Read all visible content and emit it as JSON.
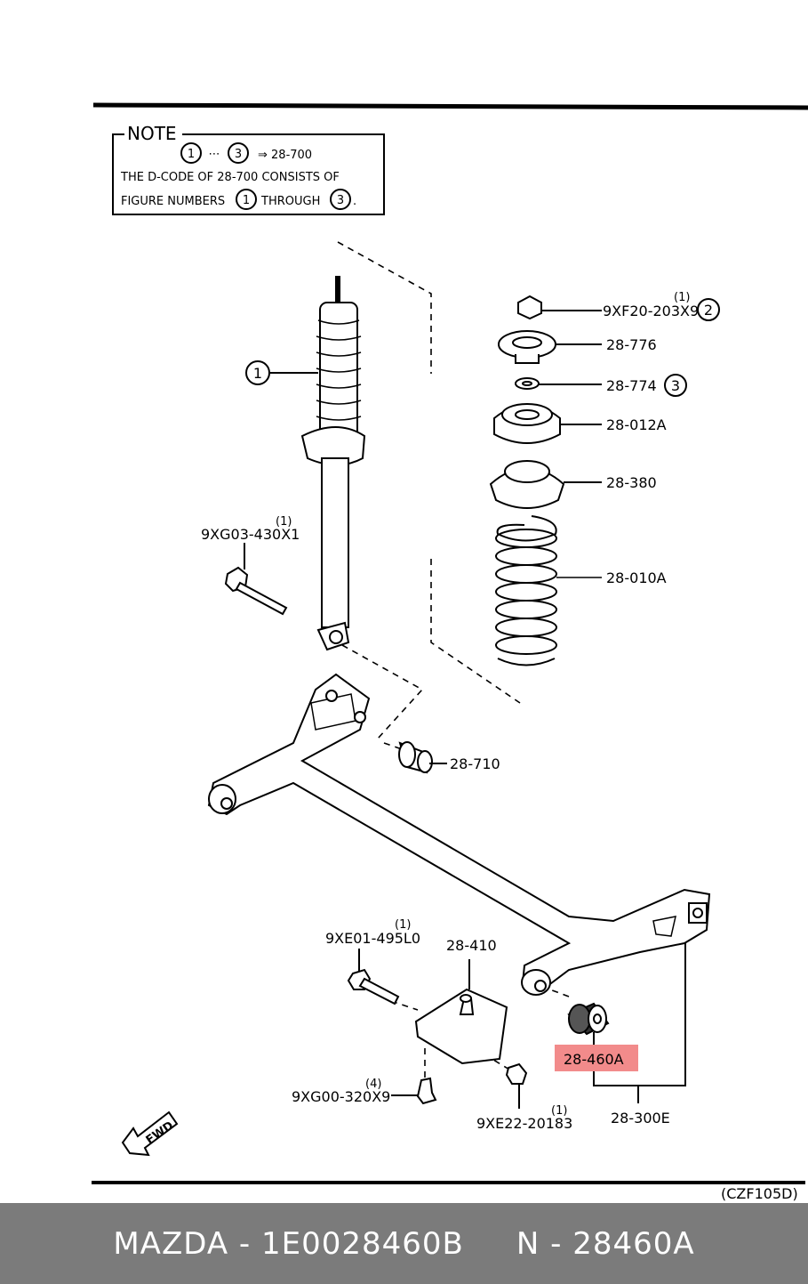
{
  "note": {
    "title": "NOTE",
    "circle_start": "1",
    "ellipsis": "⋯",
    "circle_end": "3",
    "arrow_text": "⇒ 28-700",
    "line2": "THE D-CODE OF  28-700  CONSISTS OF",
    "line3_prefix": "FIGURE NUMBERS",
    "line3_circle_a": "1",
    "line3_mid": "THROUGH",
    "line3_circle_b": "3",
    "line3_suffix": "."
  },
  "callouts": {
    "shock_absorber": "1",
    "nut_code": "9XF20-203X9",
    "nut_qty": "(1)",
    "nut_circle": "2",
    "mount": "28-776",
    "washer": "28-774",
    "washer_circle": "3",
    "bearing": "28-012A",
    "seat": "28-380",
    "spring": "28-010A",
    "bolt_code": "9XG03-430X1",
    "bolt_qty": "(1)",
    "bushing_front": "28-710",
    "bolt2_code": "9XE01-495L0",
    "bolt2_qty": "(1)",
    "bracket": "28-410",
    "stud_code": "9XG00-320X9",
    "stud_qty": "(4)",
    "nut2_code": "9XE22-20183",
    "nut2_qty": "(1)",
    "bushing_rear": "28-460A",
    "axle": "28-300E",
    "fwd": "FWD",
    "figure_code": "(CZF105D)"
  },
  "colors": {
    "highlight": "#f28b8b",
    "footer_bg": "#7b7b7b",
    "footer_text": "#ffffff"
  },
  "footer": {
    "brand": "MAZDA",
    "part_number": "1E0028460B",
    "code": "N - 28460A"
  }
}
